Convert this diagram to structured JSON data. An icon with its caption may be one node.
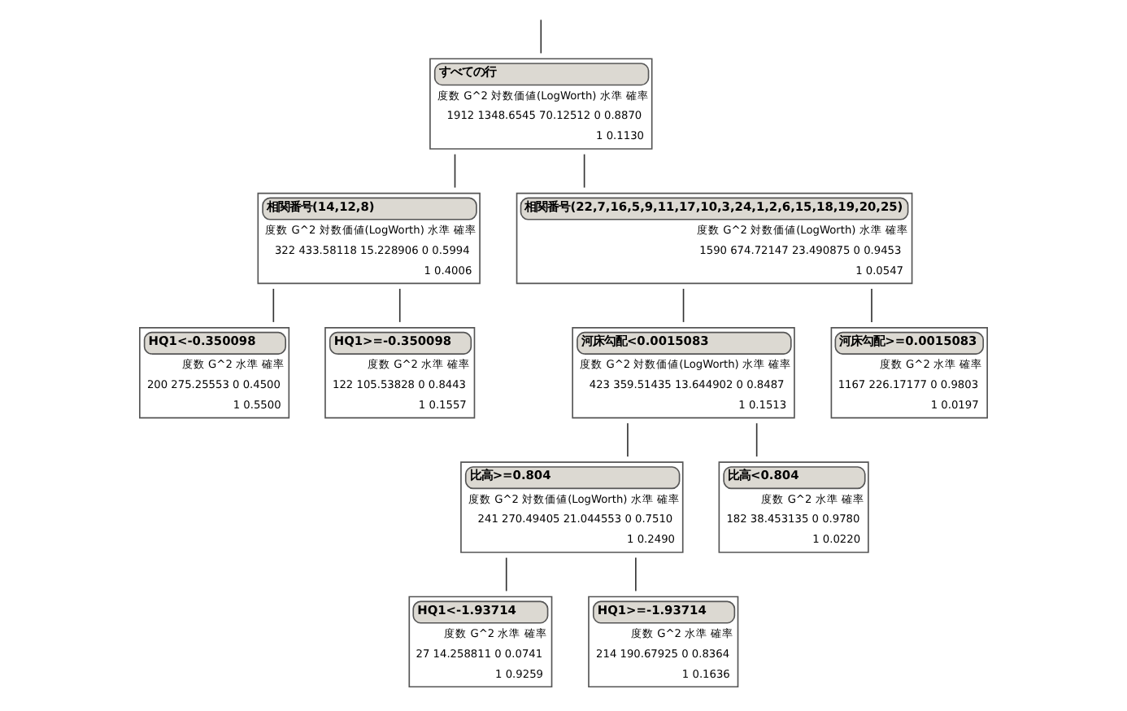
{
  "diagram": {
    "nodes": [
      {
        "text": [
          "すべての行",
          "度数 G^2 対数価値(LogWorth) 水準 確率",
          "1912 1348.6545 70.12512 0 0.8870",
          "1 0.1130"
        ]
      },
      {
        "text": [
          "相関番号(14,12,8)",
          "度数 G^2 対数価値(LogWorth) 水準 確率",
          "322 433.58118 15.228906 0 0.5994",
          "1 0.4006"
        ]
      },
      {
        "text": [
          "相関番号(22,7,16,5,9,11,17,10,3,24,1,2,6,15,18,19,20,25)",
          "度数 G^2 対数価値(LogWorth) 水準 確率",
          "1590 674.72147 23.490875 0 0.9453",
          "1 0.0547"
        ]
      },
      {
        "text": [
          "HQ1<-0.350098",
          "度数 G^2 水準 確率",
          "200 275.25553 0 0.4500",
          "1 0.5500"
        ]
      },
      {
        "text": [
          "HQ1>=-0.350098",
          "度数 G^2 水準 確率",
          "122 105.53828 0 0.8443",
          "1 0.1557"
        ]
      },
      {
        "text": [
          "河床勾配<0.0015083",
          "度数 G^2 対数価値(LogWorth) 水準 確率",
          "423 359.51435 13.644902 0 0.8487",
          "1 0.1513"
        ]
      },
      {
        "text": [
          "河床勾配>=0.0015083",
          "度数 G^2 水準 確率",
          "1167 226.17177 0 0.9803",
          "1 0.0197"
        ]
      },
      {
        "text": [
          "比高>=0.804",
          "度数 G^2 対数価値(LogWorth) 水準 確率",
          "241 270.49405 21.044553 0 0.7510",
          "1 0.2490"
        ]
      },
      {
        "text": [
          "比高<0.804",
          "度数 G^2 水準 確率",
          "182 38.453135 0 0.9780",
          "1 0.0220"
        ]
      },
      {
        "text": [
          "HQ1<-1.93714",
          "度数 G^2 水準 確率",
          "27 14.258811 0 0.0741",
          "1 0.9259"
        ]
      },
      {
        "text": [
          "HQ1>=-1.93714",
          "度数 G^2 水準 確率",
          "214 190.67925 0 0.8364",
          "1 0.1636"
        ]
      }
    ],
    "edges": [
      {
        "from": null,
        "to": 0,
        "arrow": "none"
      },
      {
        "from": 0,
        "to": 1,
        "arrow": "none"
      },
      {
        "from": 0,
        "to": 2,
        "arrow": "none"
      },
      {
        "from": 1,
        "to": 3,
        "arrow": "none"
      },
      {
        "from": 1,
        "to": 4,
        "arrow": "none"
      },
      {
        "from": 2,
        "to": 5,
        "arrow": "none"
      },
      {
        "from": 2,
        "to": 6,
        "arrow": "none"
      },
      {
        "from": 5,
        "to": 7,
        "arrow": "none"
      },
      {
        "from": 5,
        "to": 8,
        "arrow": "none"
      },
      {
        "from": 7,
        "to": 9,
        "arrow": "none"
      },
      {
        "from": 7,
        "to": 10,
        "arrow": "none"
      }
    ]
  }
}
